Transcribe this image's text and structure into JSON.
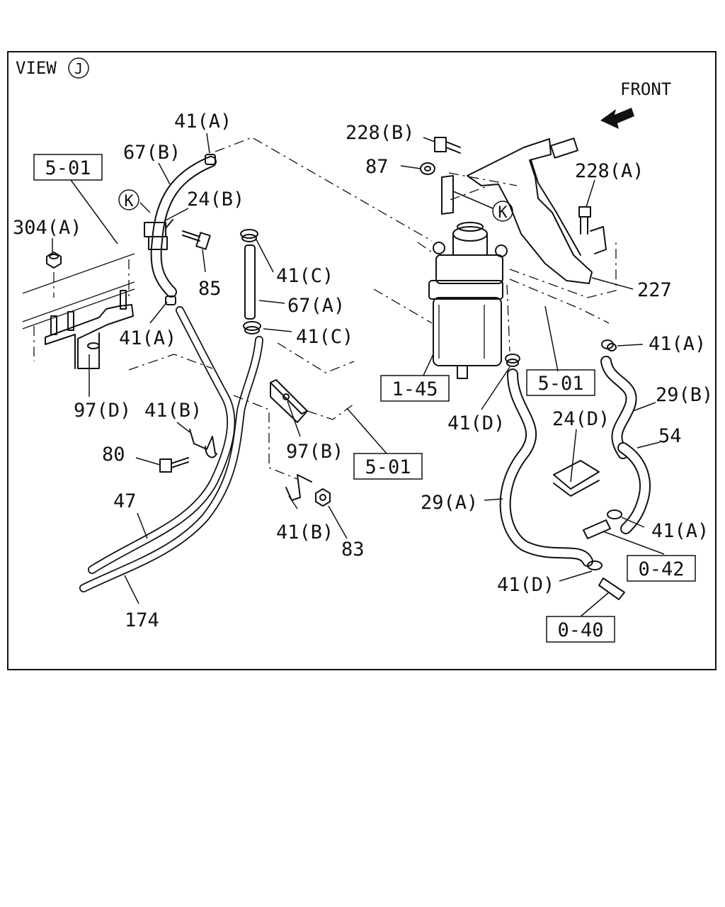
{
  "view": {
    "label": "VIEW",
    "letter": "J"
  },
  "front_label": "FRONT",
  "callouts": [
    {
      "id": "41a-top",
      "text": "41(A)"
    },
    {
      "id": "67b",
      "text": "67(B)"
    },
    {
      "id": "5-01-left",
      "text": "5-01",
      "boxed": true
    },
    {
      "id": "k-left",
      "text": "K",
      "circled": true
    },
    {
      "id": "24b",
      "text": "24(B)"
    },
    {
      "id": "304a",
      "text": "304(A)"
    },
    {
      "id": "85",
      "text": "85"
    },
    {
      "id": "41a-mid",
      "text": "41(A)"
    },
    {
      "id": "97d",
      "text": "97(D)"
    },
    {
      "id": "41b-left",
      "text": "41(B)"
    },
    {
      "id": "80",
      "text": "80"
    },
    {
      "id": "47",
      "text": "47"
    },
    {
      "id": "174",
      "text": "174"
    },
    {
      "id": "41c-top",
      "text": "41(C)"
    },
    {
      "id": "67a",
      "text": "67(A)"
    },
    {
      "id": "41c-bot",
      "text": "41(C)"
    },
    {
      "id": "97b",
      "text": "97(B)"
    },
    {
      "id": "5-01-center",
      "text": "5-01",
      "boxed": true
    },
    {
      "id": "41b-right",
      "text": "41(B)"
    },
    {
      "id": "83",
      "text": "83"
    },
    {
      "id": "228b",
      "text": "228(B)"
    },
    {
      "id": "87",
      "text": "87"
    },
    {
      "id": "k-right",
      "text": "K",
      "circled": true
    },
    {
      "id": "228a",
      "text": "228(A)"
    },
    {
      "id": "227",
      "text": "227"
    },
    {
      "id": "1-45",
      "text": "1-45",
      "boxed": true
    },
    {
      "id": "41d-top",
      "text": "41(D)"
    },
    {
      "id": "5-01-right",
      "text": "5-01",
      "boxed": true
    },
    {
      "id": "41a-right",
      "text": "41(A)"
    },
    {
      "id": "29b",
      "text": "29(B)"
    },
    {
      "id": "24d",
      "text": "24(D)"
    },
    {
      "id": "54",
      "text": "54"
    },
    {
      "id": "29a",
      "text": "29(A)"
    },
    {
      "id": "41a-low",
      "text": "41(A)"
    },
    {
      "id": "0-42",
      "text": "0-42",
      "boxed": true
    },
    {
      "id": "41d-low",
      "text": "41(D)"
    },
    {
      "id": "0-40",
      "text": "0-40",
      "boxed": true
    }
  ]
}
